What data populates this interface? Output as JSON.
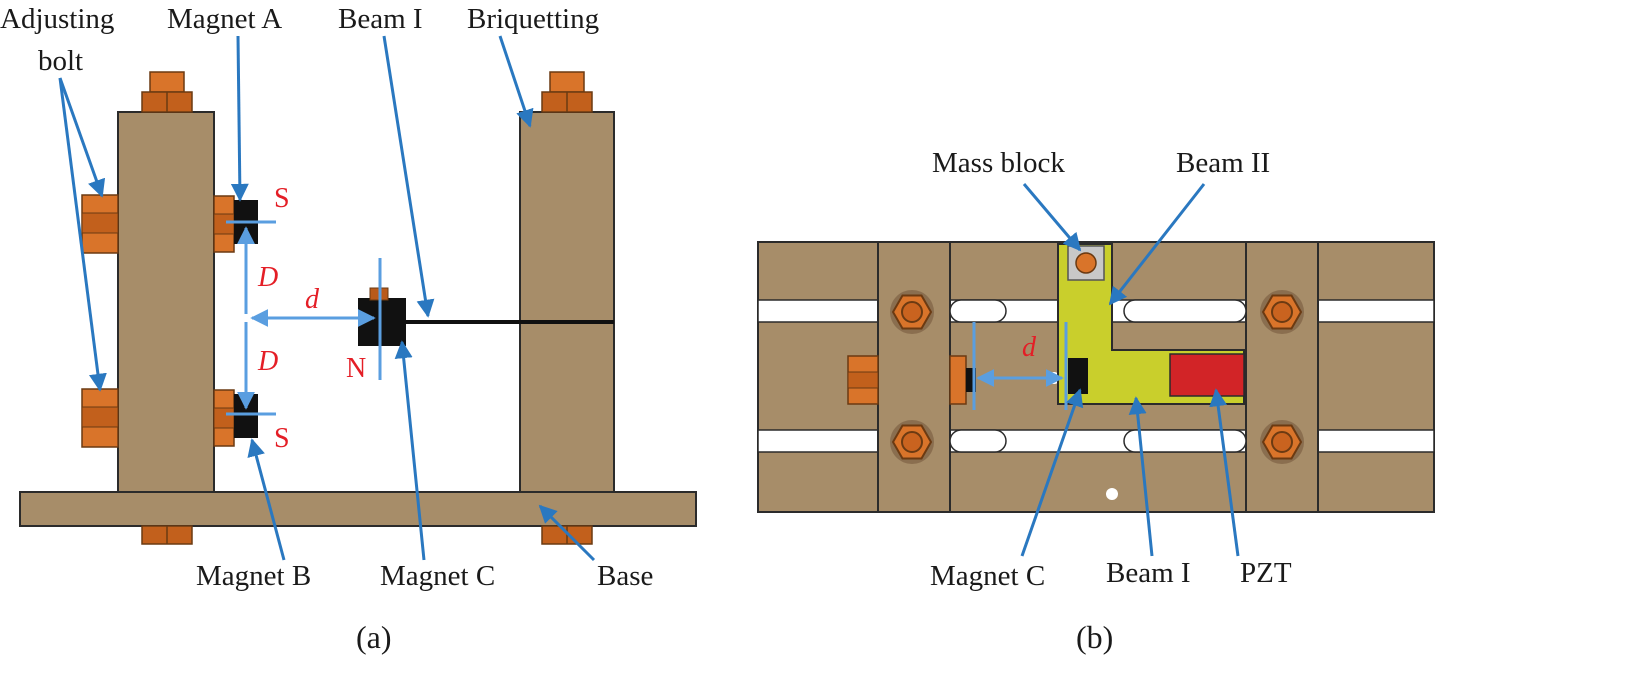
{
  "panel_a": {
    "labels": {
      "adjusting_bolt_line1": "Adjusting",
      "adjusting_bolt_line2": "bolt",
      "magnet_a": "Magnet A",
      "beam_i": "Beam I",
      "briquetting": "Briquetting",
      "magnet_b": "Magnet B",
      "magnet_c": "Magnet C",
      "base": "Base"
    },
    "poles": {
      "top": "S",
      "bottom": "S",
      "middle": "N"
    },
    "dims": {
      "D_upper": "D",
      "D_lower": "D",
      "d": "d"
    },
    "caption": "(a)"
  },
  "panel_b": {
    "labels": {
      "mass_block": "Mass block",
      "beam_ii": "Beam II",
      "magnet_c": "Magnet C",
      "beam_i": "Beam I",
      "pzt": "PZT"
    },
    "dims": {
      "d": "d"
    },
    "caption": "(b)"
  },
  "colors": {
    "frame_tan": "#a78d69",
    "bolt_orange": "#d9742a",
    "magnet_black": "#111111",
    "arrow_blue": "#2a78c0",
    "dimension_blue": "#5a9ee0",
    "pole_red": "#e41e26",
    "beam_yellow": "#c9cf2c",
    "pzt_red": "#d22427"
  }
}
